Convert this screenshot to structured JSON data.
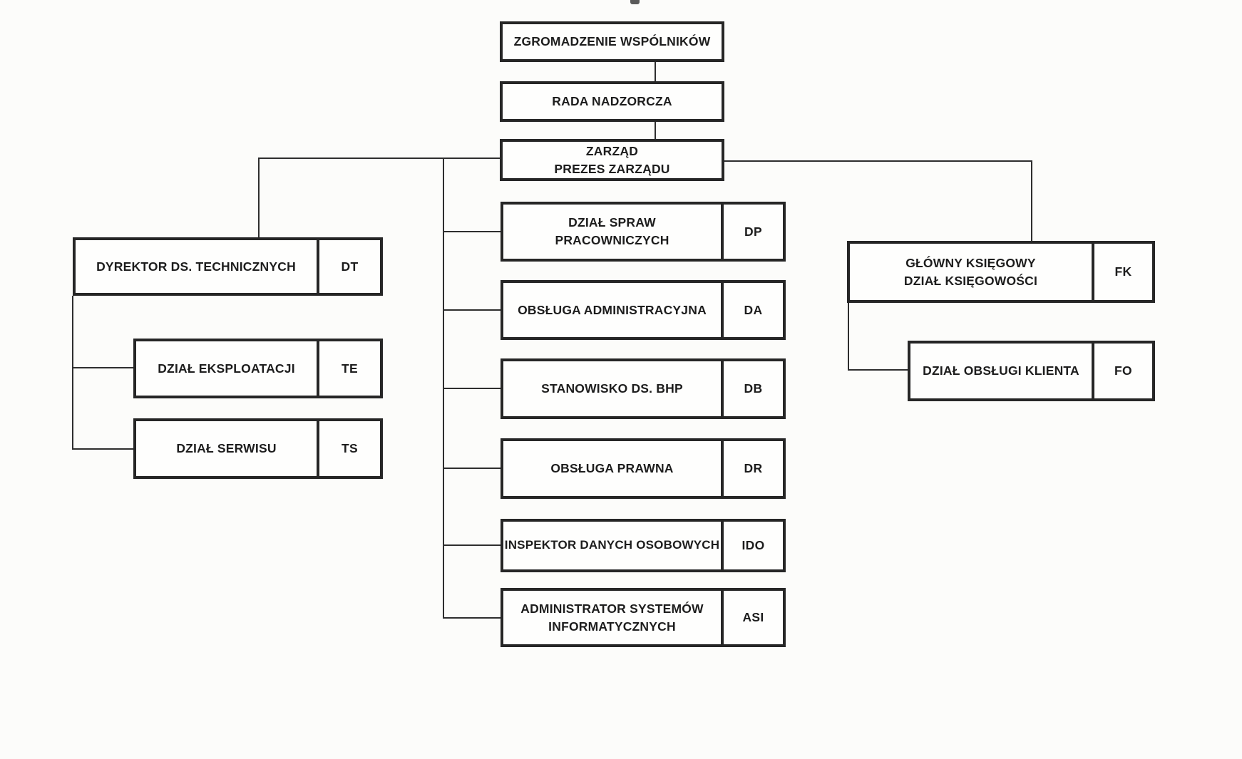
{
  "page": {
    "type": "organizational-chart-scan",
    "language": "pl",
    "colors": {
      "background": "#fcfcfa",
      "box_border": "#262626",
      "connector_line": "#2e2e2e",
      "text": "#1d1d1d"
    }
  },
  "nodes": {
    "zgromadzenie": {
      "label": "ZGROMADZENIE WSPÓLNIKÓW"
    },
    "rada": {
      "label": "RADA NADZORCZA"
    },
    "zarzad": {
      "label": "ZARZĄD\nPREZES ZARZĄDU"
    },
    "dp": {
      "label": "DZIAŁ SPRAW\nPRACOWNICZYCH",
      "code": "DP"
    },
    "da": {
      "label": "OBSŁUGA ADMINISTRACYJNA",
      "code": "DA"
    },
    "db": {
      "label": "STANOWISKO DS. BHP",
      "code": "DB"
    },
    "dr": {
      "label": "OBSŁUGA PRAWNA",
      "code": "DR"
    },
    "ido": {
      "label": "INSPEKTOR DANYCH OSOBOWYCH",
      "code": "IDO"
    },
    "asi": {
      "label": "ADMINISTRATOR SYSTEMÓW\nINFORMATYCZNYCH",
      "code": "ASI"
    },
    "dt": {
      "label": "DYREKTOR DS. TECHNICZNYCH",
      "code": "DT"
    },
    "te": {
      "label": "DZIAŁ EKSPLOATACJI",
      "code": "TE"
    },
    "ts": {
      "label": "DZIAŁ SERWISU",
      "code": "TS"
    },
    "fk": {
      "label": "GŁÓWNY KSIĘGOWY\nDZIAŁ KSIĘGOWOŚCI",
      "code": "FK"
    },
    "fo": {
      "label": "DZIAŁ OBSŁUGI KLIENTA",
      "code": "FO"
    }
  },
  "edges": [
    {
      "from": "zgromadzenie",
      "to": "rada"
    },
    {
      "from": "rada",
      "to": "zarzad"
    },
    {
      "from": "zarzad",
      "to": "dt"
    },
    {
      "from": "zarzad",
      "to": "dp"
    },
    {
      "from": "zarzad",
      "to": "da"
    },
    {
      "from": "zarzad",
      "to": "db"
    },
    {
      "from": "zarzad",
      "to": "dr"
    },
    {
      "from": "zarzad",
      "to": "ido"
    },
    {
      "from": "zarzad",
      "to": "asi"
    },
    {
      "from": "zarzad",
      "to": "fk"
    },
    {
      "from": "dt",
      "to": "te"
    },
    {
      "from": "dt",
      "to": "ts"
    },
    {
      "from": "fk",
      "to": "fo"
    }
  ]
}
